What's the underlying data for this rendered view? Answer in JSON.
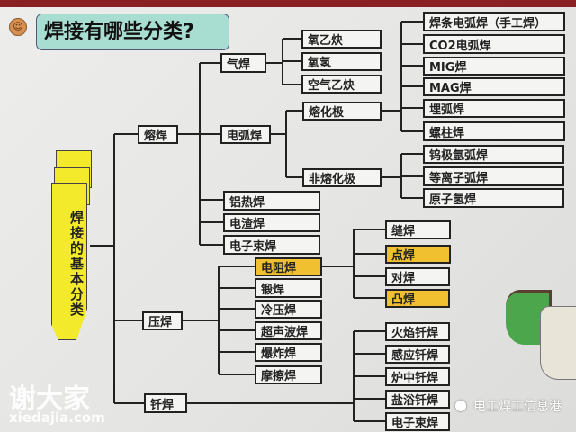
{
  "title": "焊接有哪些分类?",
  "root": "焊接的基本分类",
  "level1": [
    "熔焊",
    "压焊",
    "钎焊"
  ],
  "fusion": [
    "气焊",
    "电弧焊",
    "铝热焊",
    "电渣焊",
    "电子束焊"
  ],
  "gas": [
    "氧乙炔",
    "氧氢",
    "空气乙炔"
  ],
  "arc": [
    "熔化极",
    "非熔化极"
  ],
  "consumable": [
    "焊条电弧焊（手工焊）",
    "CO2电弧焊",
    "MIG焊",
    "MAG焊",
    "埋弧焊",
    "螺柱焊"
  ],
  "nonconsumable": [
    "钨极氩弧焊",
    "等离子弧焊",
    "原子氢焊"
  ],
  "pressure": [
    "电阻焊",
    "锻焊",
    "冷压焊",
    "超声波焊",
    "爆炸焊",
    "摩擦焊"
  ],
  "resistance": [
    "缝焊",
    "点焊",
    "对焊",
    "凸焊"
  ],
  "brazing": [
    "火焰钎焊",
    "感应钎焊",
    "炉中钎焊",
    "盐浴钎焊",
    "电子束焊"
  ],
  "watermark": {
    "brand": "谢大家",
    "site": "xiedajia.com",
    "wechat": "电工焊工信息港"
  },
  "colors": {
    "highlight": "#f0c030",
    "title_bg": "#a8ddd2",
    "root_bg": "#f2ea2a"
  }
}
